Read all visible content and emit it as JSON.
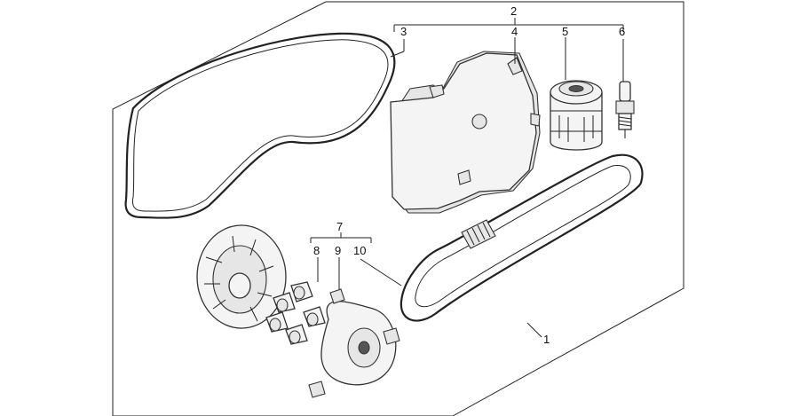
{
  "callouts": {
    "c1": "1",
    "c2": "2",
    "c3": "3",
    "c4": "4",
    "c5": "5",
    "c6": "6",
    "c7": "7",
    "c8": "8",
    "c9": "9",
    "c10": "10"
  },
  "parts": [
    {
      "callout": "1",
      "icon": "drive-belt-icon"
    },
    {
      "callout": "3",
      "icon": "gasket-icon"
    },
    {
      "callout": "4",
      "icon": "air-filter-icon"
    },
    {
      "callout": "5",
      "icon": "oil-filter-icon"
    },
    {
      "callout": "6",
      "icon": "spark-plug-icon"
    },
    {
      "callout": "8",
      "icon": "roller-weights-icon"
    },
    {
      "callout": "9",
      "icon": "slider-icon"
    },
    {
      "callout": "10",
      "icon": "variator-icon"
    }
  ],
  "colors": {
    "line": "#222222",
    "fill": "#f4f4f4",
    "background": "#ffffff"
  }
}
